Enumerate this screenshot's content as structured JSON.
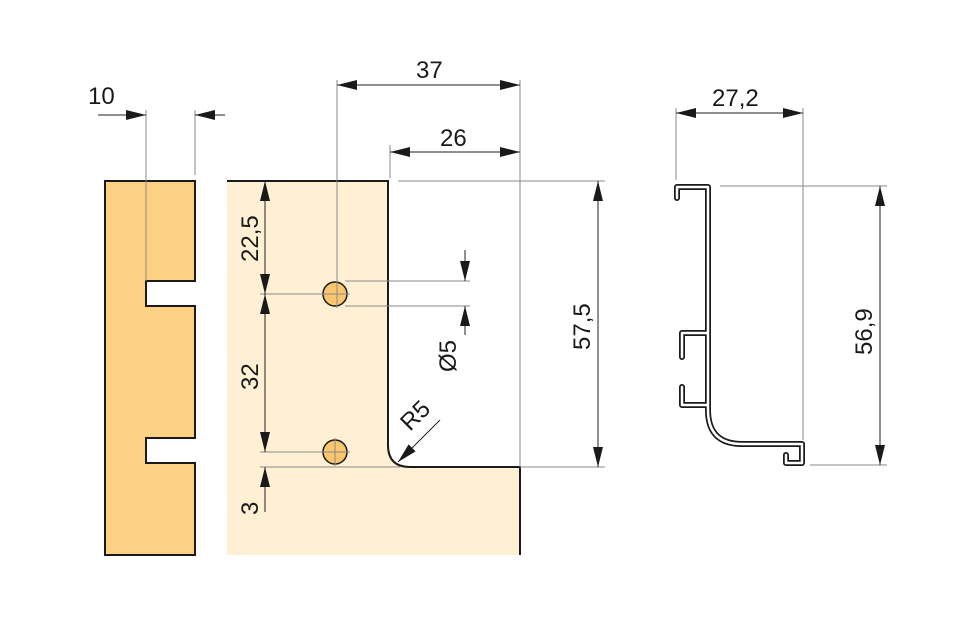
{
  "colors": {
    "side_part": "#FDD183",
    "front_part": "#FFF0D4",
    "hole": "#F9C66E"
  },
  "dimensions": {
    "side_width": "10",
    "hole_offset_horizontal": "37",
    "cutout_width": "26",
    "top_to_hole": "22,5",
    "hole_spacing": "32",
    "bottom_offset": "3",
    "hole_diameter": "Ø5",
    "corner_radius": "R5",
    "cutout_height": "57,5",
    "profile_width": "27,2",
    "profile_height": "56,9"
  }
}
